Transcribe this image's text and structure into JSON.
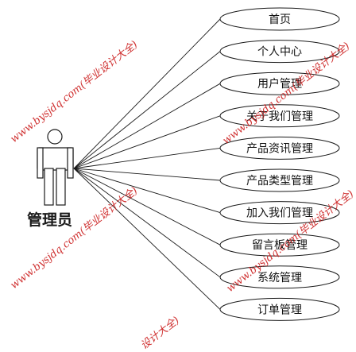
{
  "actor": {
    "label": "管理员"
  },
  "use_cases": [
    "首页",
    "个人中心",
    "用户管理",
    "关于我们管理",
    "产品资讯管理",
    "产品类型管理",
    "加入我们管理",
    "留言板管理",
    "系统管理",
    "订单管理"
  ],
  "watermarks": [
    "www.bysjdq.com(毕业设计大全)",
    "www.bysjdq.com(毕业设计大全)",
    "www.bysjdq.com(毕业设计大全)",
    "www.bysjdq.com(毕业设计大全)",
    "设计大全)"
  ],
  "colors": {
    "line": "#1a1a1a",
    "watermark": "#cc1f1f",
    "actor_fill": "#ffffff"
  }
}
